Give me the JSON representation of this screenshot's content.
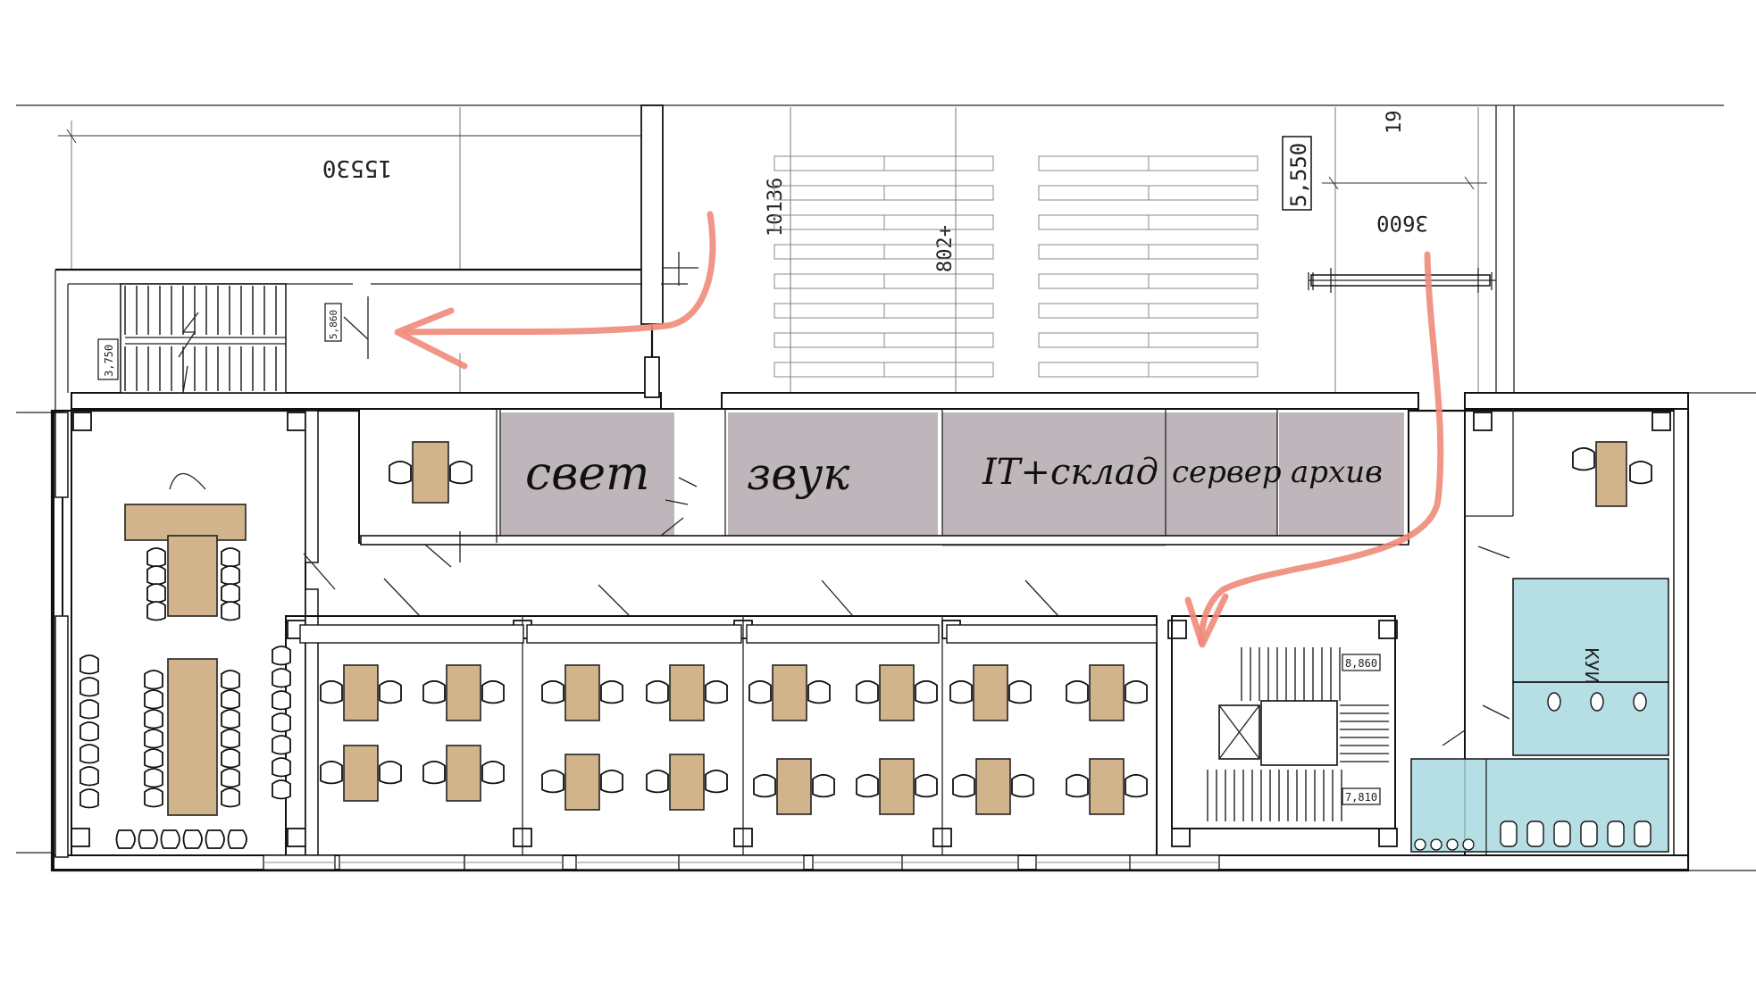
{
  "rooms": {
    "light": "свет",
    "sound": "звук",
    "it_storage": "IT+склад",
    "server": "сервер",
    "archive": "архив",
    "kitchen": "КУИ"
  },
  "dimensions": {
    "top_left_span": "15530",
    "vertical_10136": "10136",
    "vertical_8024": "802+",
    "right_span": "3600",
    "elevation_5550": "5,550",
    "top_right_partial": "19"
  },
  "level_marks": {
    "stair_left_landing": "3,750",
    "stair_left_door": "5,860",
    "stair_right_top": "8,860",
    "stair_right_bottom": "7,810"
  },
  "colors": {
    "table": "#d2b48c",
    "tech_rooms": "#8b7a85",
    "wet_rooms": "#a8d8e0",
    "arrow": "#f08a7a"
  }
}
